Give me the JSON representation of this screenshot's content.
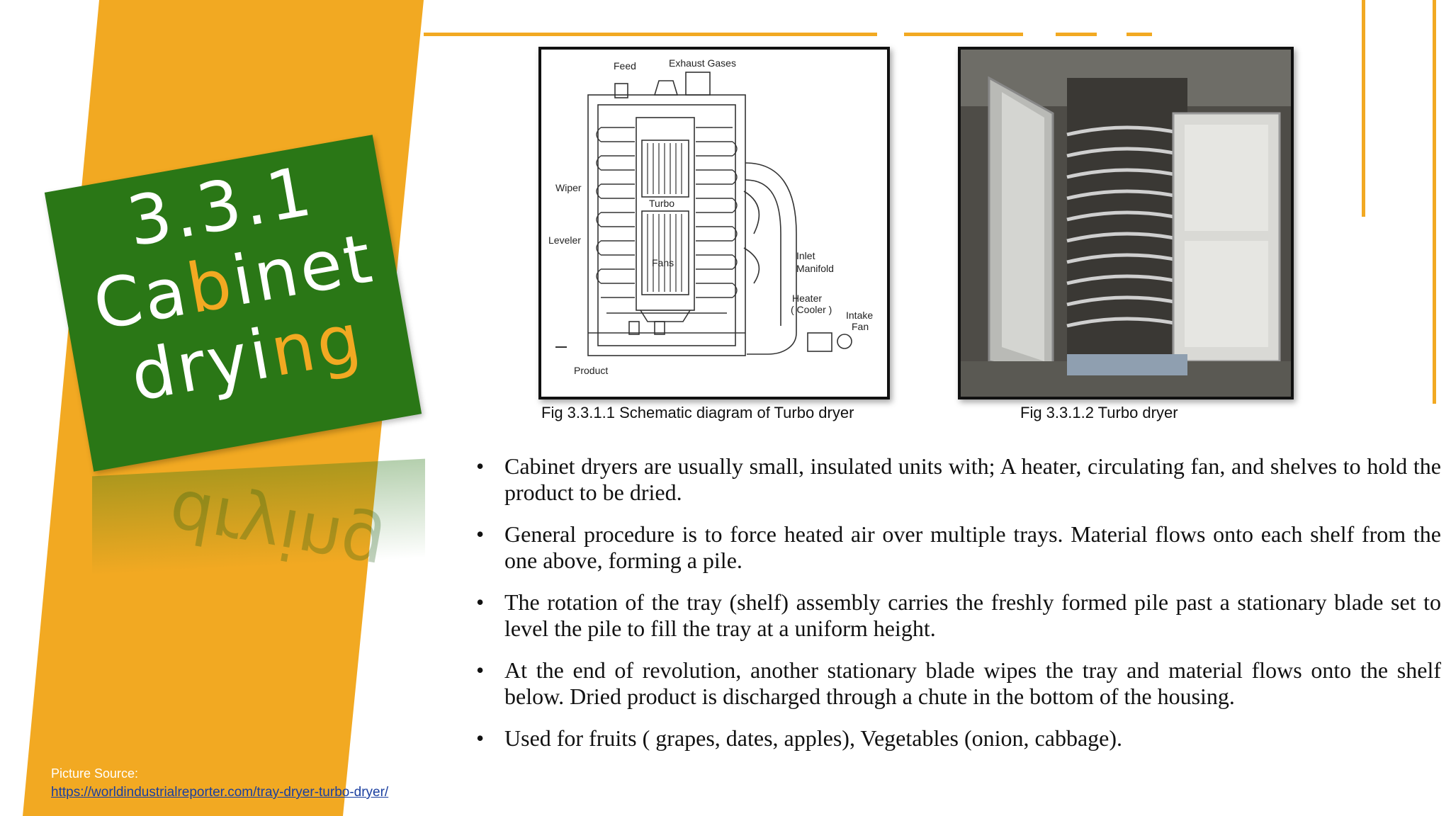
{
  "colors": {
    "accent": "#f2a922",
    "title_bg": "#2a7716",
    "title_text": "#ffffff"
  },
  "title": {
    "line1": "3.3.1",
    "line2a": "Ca",
    "line2b": "b",
    "line2c": "inet",
    "line3a": "dryi",
    "line3b": "ng",
    "reflection": "drying"
  },
  "figure1": {
    "caption": "Fig 3.3.1.1 Schematic diagram of Turbo dryer",
    "labels": {
      "feed": "Feed",
      "exhaust": "Exhaust Gases",
      "wiper": "Wiper",
      "leveler": "Leveler",
      "turbo": "Turbo",
      "fans": "Fans",
      "inlet": "Inlet",
      "manifold": "Manifold",
      "heater": "Heater",
      "cooler": "( Cooler )",
      "intake": "Intake",
      "fan": "Fan",
      "product": "Product"
    }
  },
  "figure2": {
    "caption": "Fig 3.3.1.2 Turbo dryer"
  },
  "bullets": [
    "Cabinet dryers are usually small, insulated units with;  A heater, circulating fan, and shelves to hold the product to be dried.",
    "General procedure is to force heated air over multiple trays. Material  flows onto each shelf from the one above, forming a pile.",
    "The rotation of the tray (shelf) assembly carries the freshly formed pile past a stationary blade set to level the pile to fill the tray at a uniform height.",
    "At the end of revolution, another stationary blade wipes the tray and material flows onto the shelf below. Dried product is discharged through a chute in the bottom of the housing.",
    "Used for fruits ( grapes, dates, apples), Vegetables (onion, cabbage)."
  ],
  "bullet_glyph": "•",
  "source": {
    "label": "Picture Source:",
    "url": "https://worldindustrialreporter.com/tray-dryer-turbo-dryer/"
  }
}
